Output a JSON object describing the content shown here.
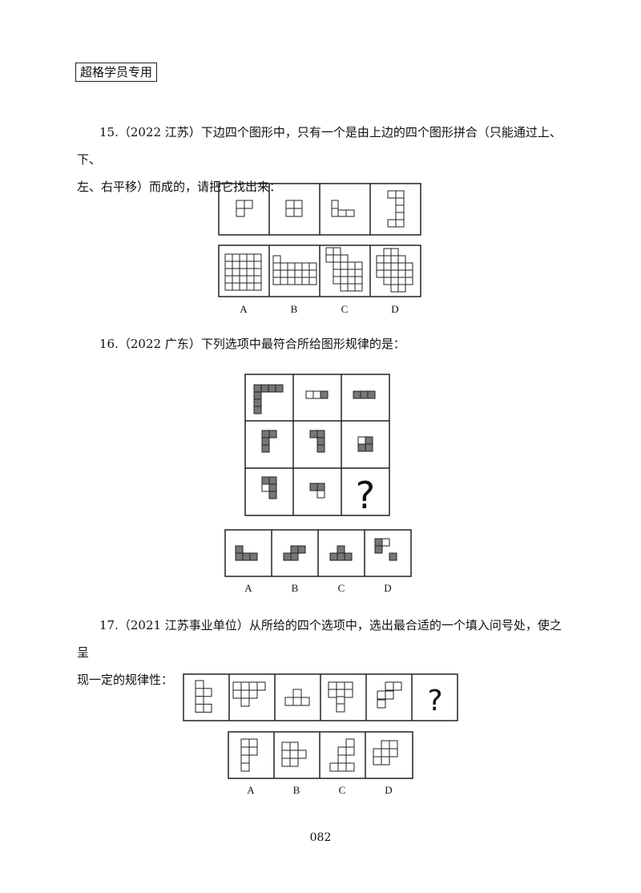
{
  "header": {
    "stamp": "超格学员专用"
  },
  "questions": [
    {
      "number": "15.",
      "source": "（2022 江苏）",
      "line1": "下边四个图形中，只有一个是由上边的四个图形拼合（只能通过上、下、",
      "line2": "左、右平移）而成的，请把它找出来："
    },
    {
      "number": "16.",
      "source": "（2022 广东）",
      "line1": "下列选项中最符合所给图形规律的是："
    },
    {
      "number": "17.",
      "source": "（2021 江苏事业单位）",
      "line1": "从所给的四个选项中，选出最合适的一个填入问号处，使之呈",
      "line2": "现一定的规律性："
    }
  ],
  "option_labels": [
    "A",
    "B",
    "C",
    "D"
  ],
  "question_mark": "?",
  "footer": {
    "page_number": "082"
  },
  "colors": {
    "shaded": "#777777",
    "line": "#222222"
  }
}
